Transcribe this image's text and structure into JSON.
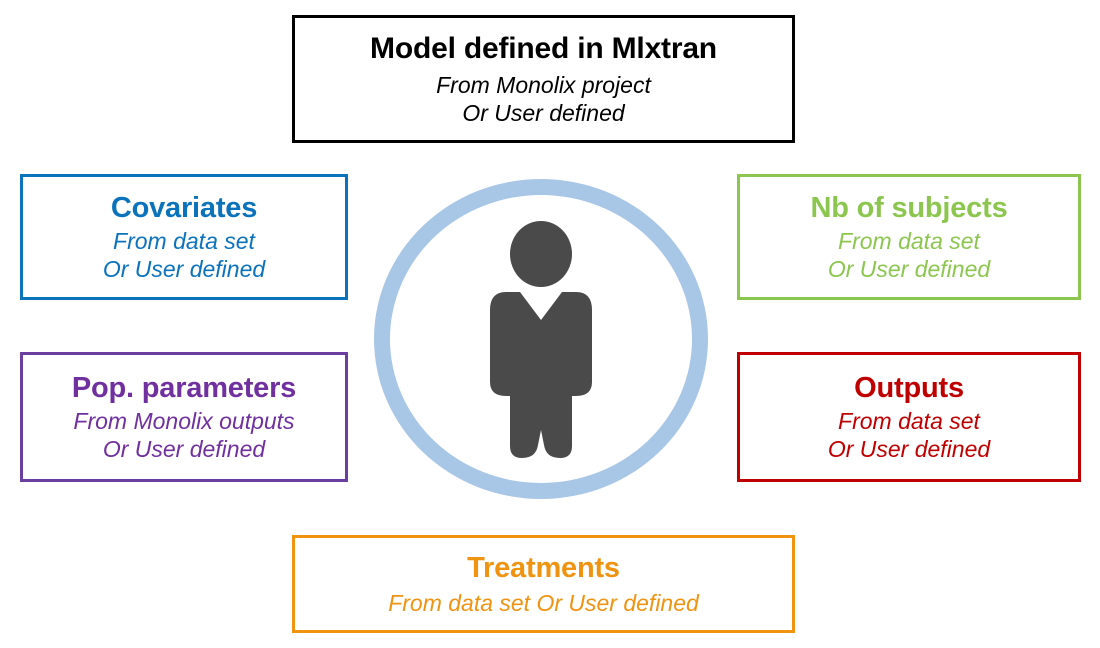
{
  "diagram": {
    "center": {
      "circle_color": "#a8c6e5",
      "person_color": "#4a4a4a",
      "person_icon": "person-icon"
    },
    "boxes": {
      "model": {
        "title": "Model defined in Mlxtran",
        "sub1": "From Monolix project",
        "sub2": "Or User defined",
        "color": "#000000"
      },
      "covariates": {
        "title": "Covariates",
        "sub1": "From data set",
        "sub2": "Or User defined",
        "color": "#0b72bc"
      },
      "popparams": {
        "title": "Pop. parameters",
        "sub1": "From Monolix outputs",
        "sub2": "Or User defined",
        "color": "#7030a0"
      },
      "subjects": {
        "title": "Nb of subjects",
        "sub1": "From data set",
        "sub2": "Or User defined",
        "color": "#8cc64f"
      },
      "outputs": {
        "title": "Outputs",
        "sub1": "From data set",
        "sub2": "Or User defined",
        "color": "#c00000"
      },
      "treatments": {
        "title": "Treatments",
        "sub1": "From data set Or User defined",
        "color": "#ef9311"
      }
    }
  }
}
